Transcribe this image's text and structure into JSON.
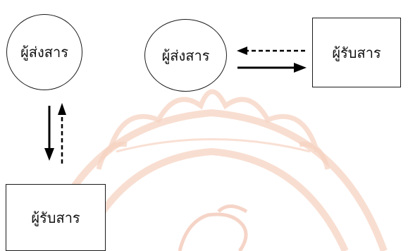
{
  "diagram": {
    "left_sender": {
      "label": "ผู้ส่งสาร",
      "shape": "circle"
    },
    "left_receiver": {
      "label": "ผู้รับสาร",
      "shape": "rectangle"
    },
    "right_sender": {
      "label": "ผู้ส่งสาร",
      "shape": "circle"
    },
    "right_receiver": {
      "label": "ผู้รับสาร",
      "shape": "rectangle"
    },
    "edges": [
      {
        "from": "left_sender",
        "to": "left_receiver",
        "style": "solid"
      },
      {
        "from": "left_receiver",
        "to": "left_sender",
        "style": "dashed"
      },
      {
        "from": "right_sender",
        "to": "right_receiver",
        "style": "solid"
      },
      {
        "from": "right_receiver",
        "to": "right_sender",
        "style": "dashed"
      }
    ]
  },
  "watermark": {
    "kind": "university-seal",
    "color": "#f4c9b4",
    "accent_color": "#e8a4a4"
  }
}
